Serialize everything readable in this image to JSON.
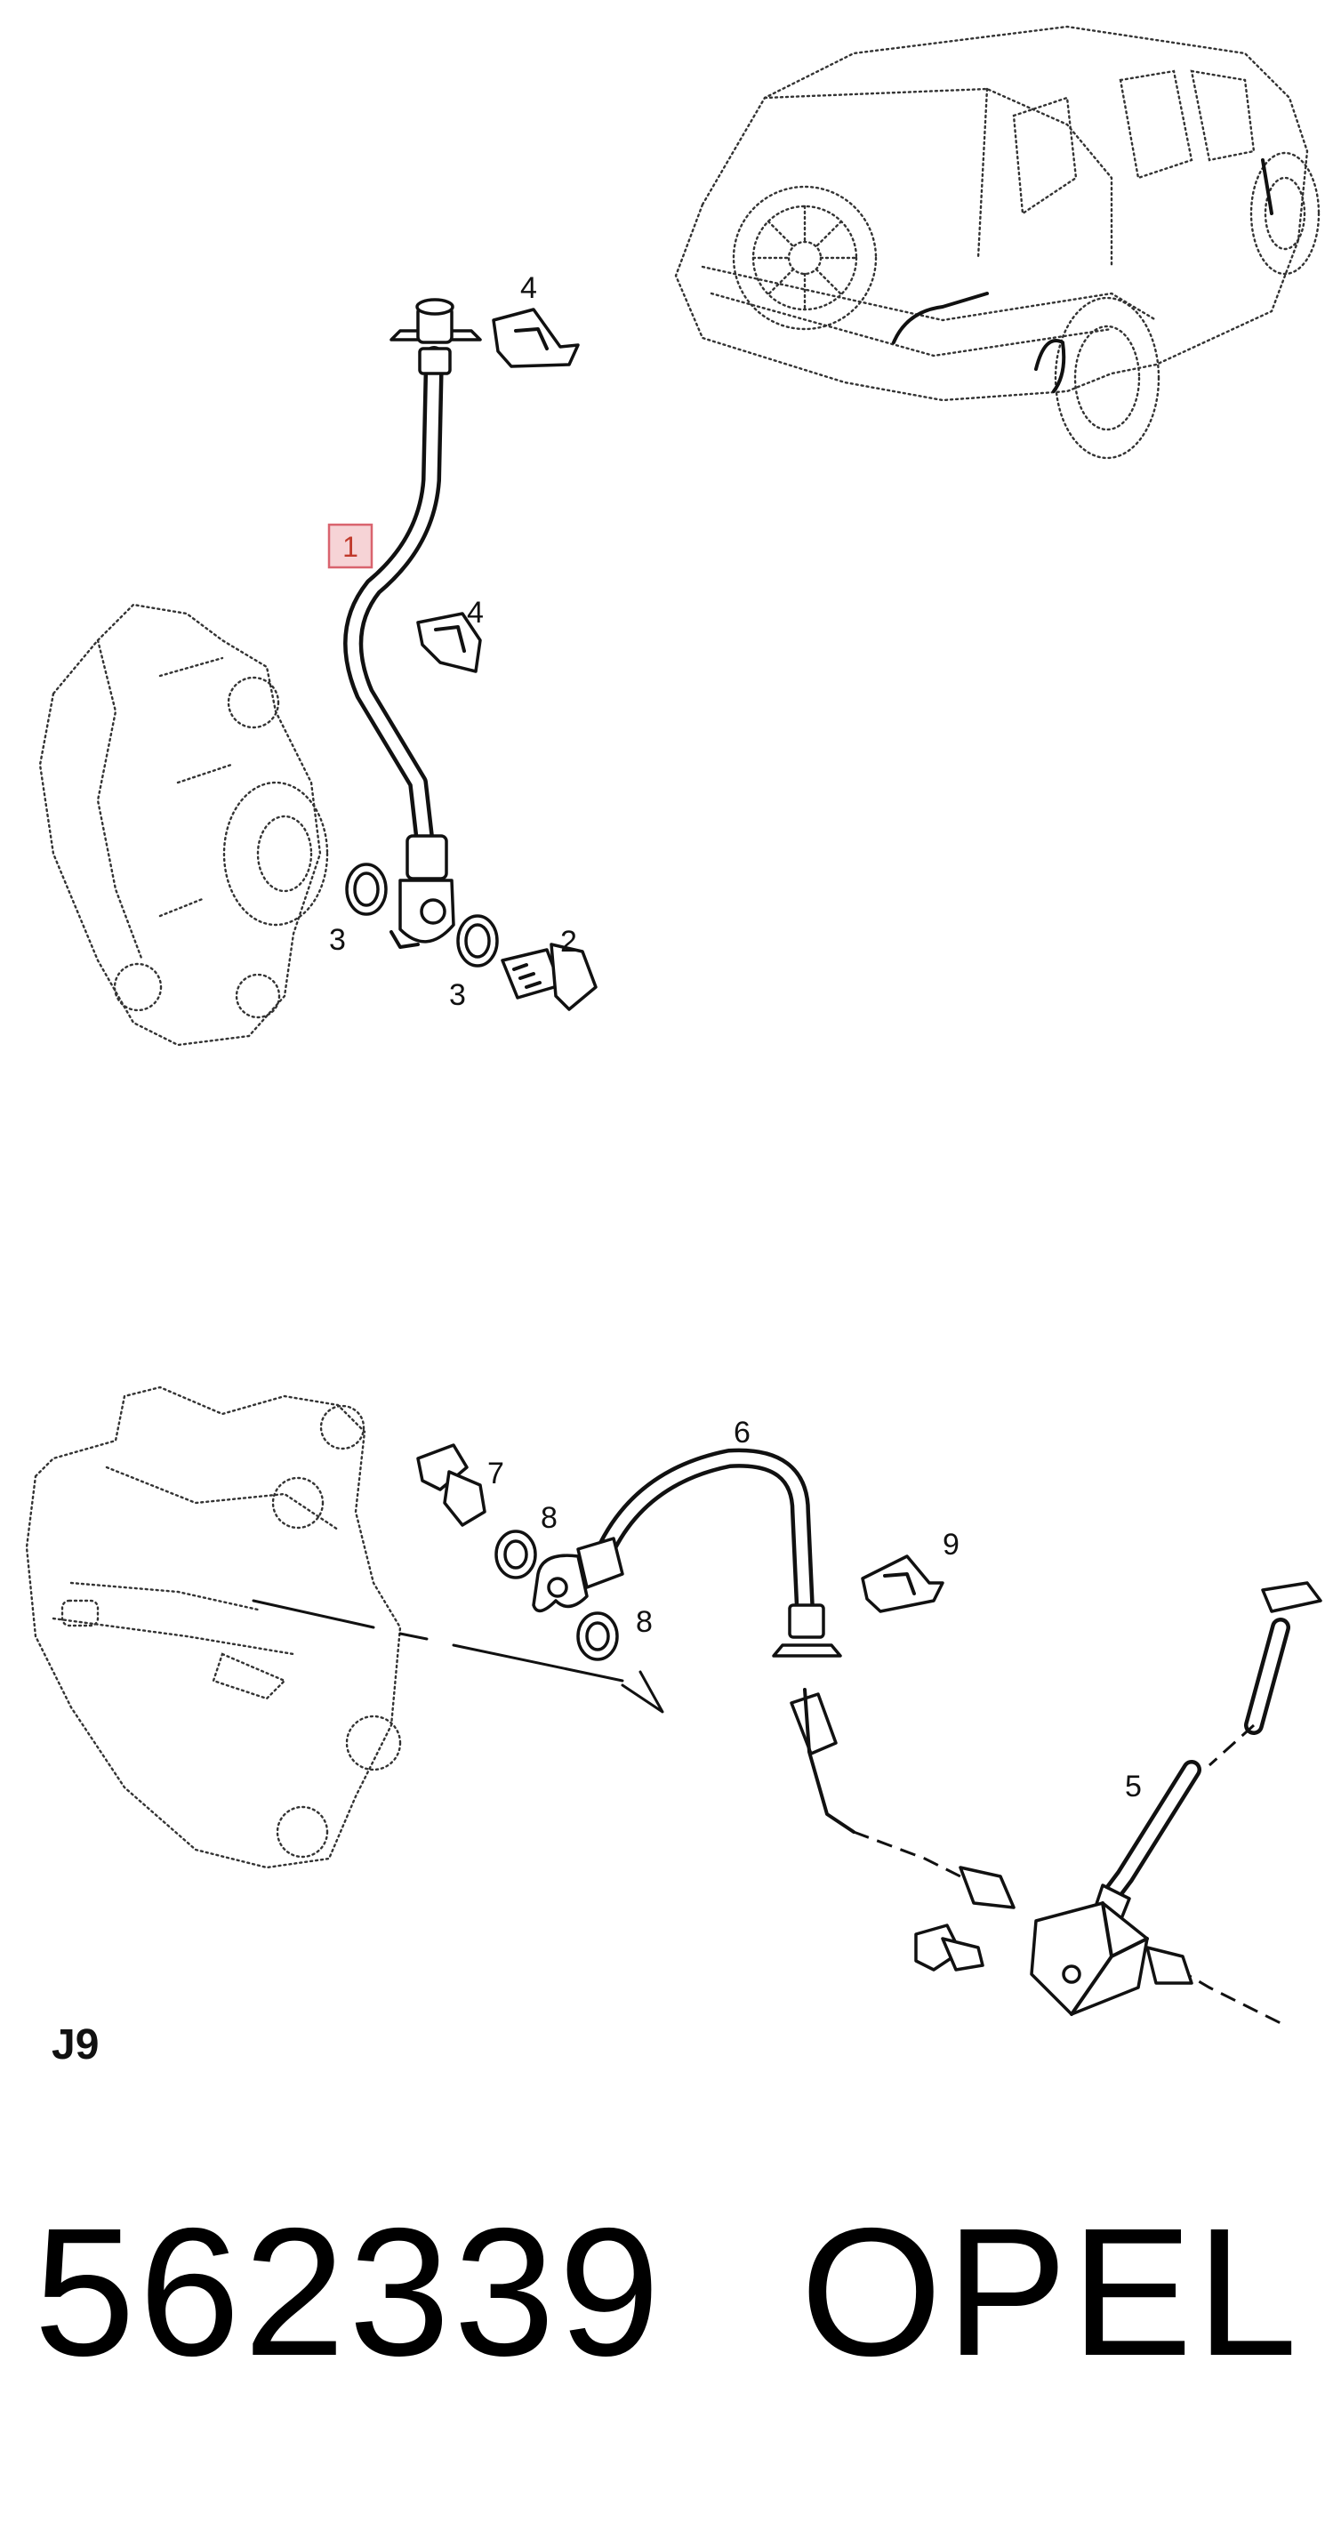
{
  "diagram": {
    "section_code": "J9",
    "part_number": "562339",
    "brand": "OPEL",
    "highlighted_callout": "1",
    "callouts": {
      "c1": "1",
      "c2": "2",
      "c3a": "3",
      "c3b": "3",
      "c4a": "4",
      "c4b": "4",
      "c5": "5",
      "c6": "6",
      "c7": "7",
      "c8a": "8",
      "c8b": "8",
      "c9": "9"
    },
    "colors": {
      "highlight_fill": "#f6d3d6",
      "highlight_stroke": "#d9636e",
      "line": "#111111"
    }
  }
}
